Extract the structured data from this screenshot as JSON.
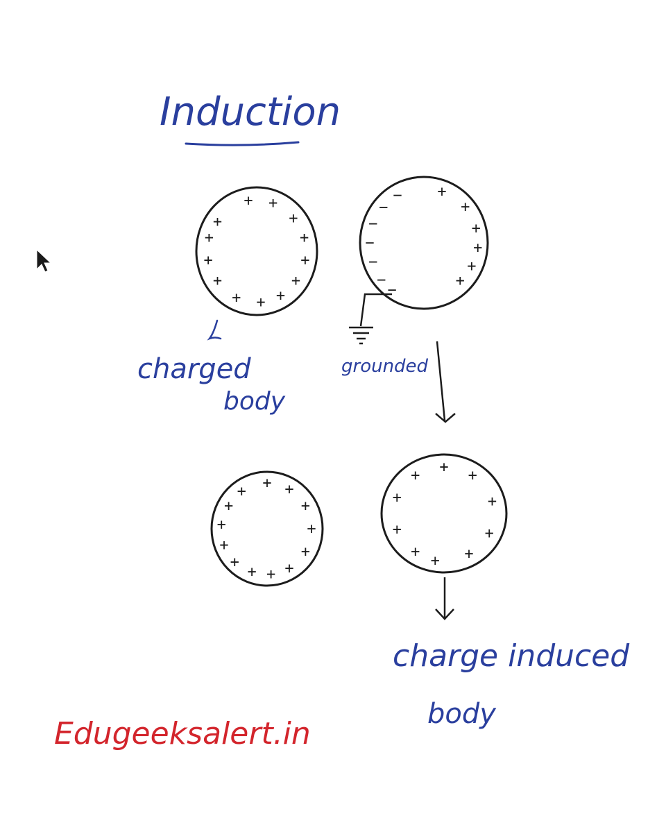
{
  "title": "Induction",
  "labels": {
    "charged_body_line1": "charged",
    "charged_body_line2": "body",
    "grounded": "grounded",
    "charge_induced_line1": "charge induced",
    "charge_induced_line2": "body"
  },
  "watermark": "Edugeeksalert.in",
  "symbols": {
    "plus": "+",
    "minus": "−"
  },
  "colors": {
    "ink_blue": "#2a3f9e",
    "ink_red": "#d3252c",
    "ink_black": "#1c1c1c"
  },
  "icons": [
    "cursor-arrow-icon",
    "ground-symbol-icon",
    "down-arrow-icon"
  ]
}
